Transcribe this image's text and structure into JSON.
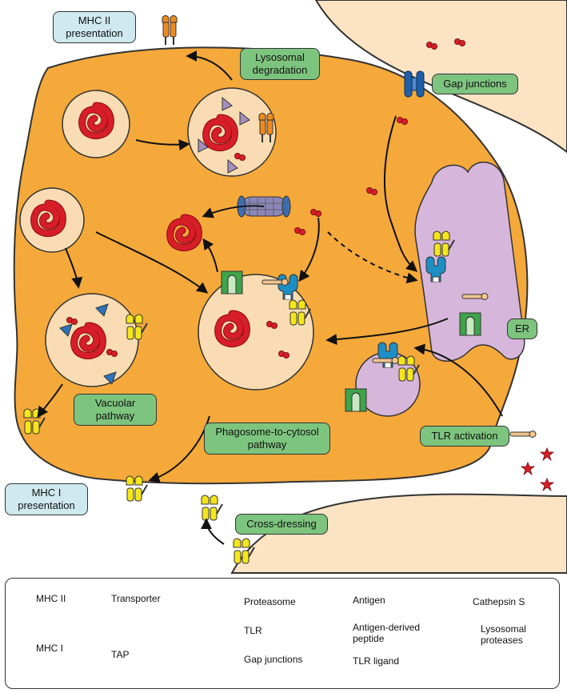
{
  "labels": {
    "mhc2_presentation": "MHC II presentation",
    "lysosomal_degradation": "Lysosomal degradation",
    "gap_junctions": "Gap junctions",
    "er": "ER",
    "vacuolar_pathway": "Vacuolar pathway",
    "phagosome_to_cytosol": "Phagosome-to-cytosol pathway",
    "tlr_activation": "TLR activation",
    "mhc1_presentation": "MHC I presentation",
    "cross_dressing": "Cross-dressing"
  },
  "legend": {
    "mhc2": "MHC II",
    "mhc1": "MHC I",
    "transporter": "Transporter",
    "tap": "TAP",
    "proteasome": "Proteasome",
    "tlr": "TLR",
    "gap_junctions": "Gap junctions",
    "antigen": "Antigen",
    "peptide": "Antigen-derived peptide",
    "tlr_ligand": "TLR ligand",
    "cathepsin": "Cathepsin S",
    "lysosomal_proteases": "Lysosomal proteases"
  },
  "colors": {
    "cell": "#f5a93a",
    "vesicle": "#f9dcb3",
    "er": "#d6b7db",
    "neighbor": "#fce3c4",
    "antigen": "#d71e28",
    "mhc1": "#f4e61a",
    "mhc2": "#ef8a1d",
    "transporter": "#3fa44a",
    "tap": "#1e8ec7",
    "proteasome": "#8b86b8",
    "cathepsin": "#2b74b8",
    "protease": "#a58fbf",
    "label_green": "#7dc47e",
    "label_cyan": "#cfe9ee"
  }
}
